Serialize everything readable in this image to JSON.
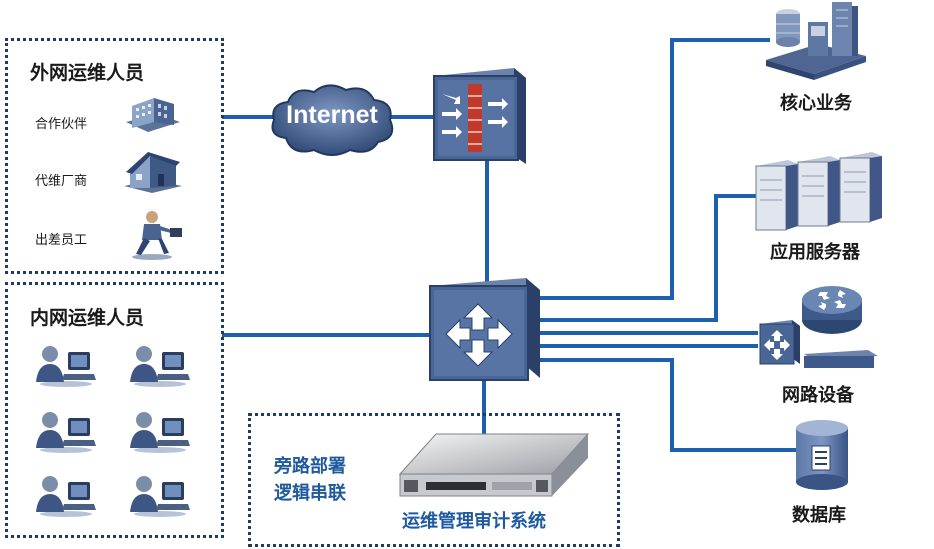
{
  "external_group": {
    "title": "外网运维人员",
    "members": [
      "合作伙伴",
      "代维厂商",
      "出差员工"
    ]
  },
  "internal_group": {
    "title": "内网运维人员"
  },
  "cloud": {
    "label": "Internet"
  },
  "deployment": {
    "line1": "旁路部署",
    "line2": "逻辑串联",
    "system_name": "运维管理审计系统"
  },
  "targets": {
    "core": "核心业务",
    "app_servers": "应用服务器",
    "network": "网路设备",
    "database": "数据库"
  },
  "colors": {
    "wire": "#1f5fb0",
    "device": "#3d5a8a",
    "border": "#1d3d66"
  }
}
